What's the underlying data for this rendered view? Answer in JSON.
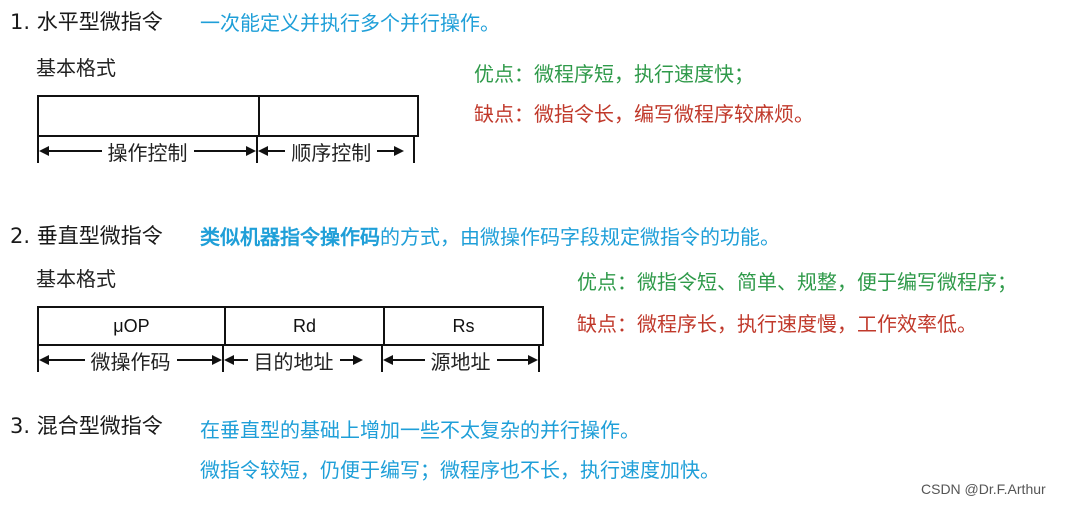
{
  "section1": {
    "heading": "1. 水平型微指令",
    "desc": "一次能定义并执行多个并行操作。",
    "format_label": "基本格式",
    "fields": [
      "",
      ""
    ],
    "segments": [
      "操作控制",
      "顺序控制"
    ],
    "pros": "优点：微程序短，执行速度快；",
    "cons": "缺点：微指令长，编写微程序较麻烦。"
  },
  "section2": {
    "heading": "2. 垂直型微指令",
    "desc_bold": "类似机器指令操作码",
    "desc_rest": "的方式，由微操作码字段规定微指令的功能。",
    "format_label": "基本格式",
    "fields": [
      "μOP",
      "Rd",
      "Rs"
    ],
    "segments": [
      "微操作码",
      "目的地址",
      "源地址"
    ],
    "pros": "优点：微指令短、简单、规整，便于编写微程序；",
    "cons": "缺点：微程序长，执行速度慢，工作效率低。"
  },
  "section3": {
    "heading": "3. 混合型微指令",
    "line1": "在垂直型的基础上增加一些不太复杂的并行操作。",
    "line2": "微指令较短，仍便于编写；微程序也不长，执行速度加快。"
  },
  "watermark": "CSDN @Dr.F.Arthur",
  "colors": {
    "blue": "#1f9fd8",
    "green": "#2f9a4a",
    "red": "#c0392b"
  }
}
